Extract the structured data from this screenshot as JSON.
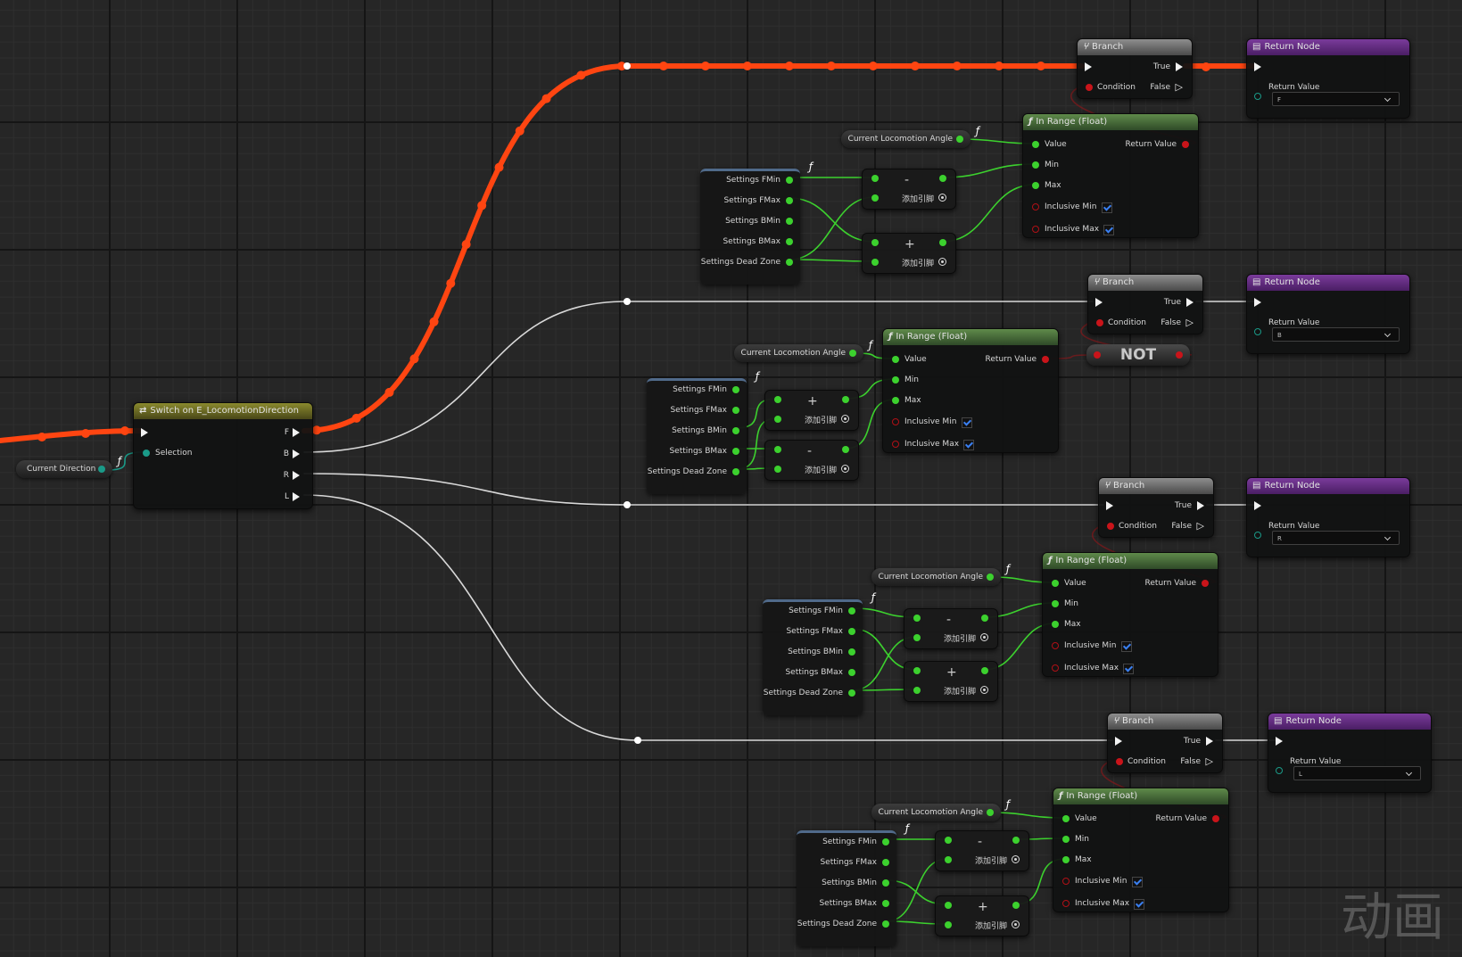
{
  "switch_node": {
    "title": "Switch on E_LocomotionDirection",
    "selection_label": "Selection",
    "outputs": [
      "F",
      "B",
      "R",
      "L"
    ]
  },
  "current_direction": "Current Direction",
  "groups": [
    {
      "branch": {
        "title": "Branch",
        "true_label": "True",
        "false_label": "False",
        "condition_label": "Condition"
      },
      "return_node": {
        "title": "Return Node",
        "value_label": "Return Value",
        "selected": "F"
      },
      "in_range": {
        "title": "In Range (Float)",
        "value": "Value",
        "min": "Min",
        "max": "Max",
        "inclusive_min": "Inclusive Min",
        "inclusive_max": "Inclusive Max",
        "return_value": "Return Value",
        "inclusive_min_checked": true,
        "inclusive_max_checked": true
      },
      "angle_getter": "Current Locomotion Angle",
      "settings": [
        "Settings FMin",
        "Settings FMax",
        "Settings BMin",
        "Settings BMax",
        "Settings Dead Zone"
      ],
      "ops": [
        "-",
        "+"
      ],
      "add_pin": "添加引脚"
    },
    {
      "branch": {
        "title": "Branch",
        "true_label": "True",
        "false_label": "False",
        "condition_label": "Condition"
      },
      "return_node": {
        "title": "Return Node",
        "value_label": "Return Value",
        "selected": "B"
      },
      "in_range": {
        "title": "In Range (Float)",
        "value": "Value",
        "min": "Min",
        "max": "Max",
        "inclusive_min": "Inclusive Min",
        "inclusive_max": "Inclusive Max",
        "return_value": "Return Value",
        "inclusive_min_checked": true,
        "inclusive_max_checked": true
      },
      "angle_getter": "Current Locomotion Angle",
      "settings": [
        "Settings FMin",
        "Settings FMax",
        "Settings BMin",
        "Settings BMax",
        "Settings Dead Zone"
      ],
      "ops": [
        "+",
        "-"
      ],
      "add_pin": "添加引脚",
      "not_label": "NOT"
    },
    {
      "branch": {
        "title": "Branch",
        "true_label": "True",
        "false_label": "False",
        "condition_label": "Condition"
      },
      "return_node": {
        "title": "Return Node",
        "value_label": "Return Value",
        "selected": "R"
      },
      "in_range": {
        "title": "In Range (Float)",
        "value": "Value",
        "min": "Min",
        "max": "Max",
        "inclusive_min": "Inclusive Min",
        "inclusive_max": "Inclusive Max",
        "return_value": "Return Value",
        "inclusive_min_checked": true,
        "inclusive_max_checked": true
      },
      "angle_getter": "Current Locomotion Angle",
      "settings": [
        "Settings FMin",
        "Settings FMax",
        "Settings BMin",
        "Settings BMax",
        "Settings Dead Zone"
      ],
      "ops": [
        "-",
        "+"
      ],
      "add_pin": "添加引脚"
    },
    {
      "branch": {
        "title": "Branch",
        "true_label": "True",
        "false_label": "False",
        "condition_label": "Condition"
      },
      "return_node": {
        "title": "Return Node",
        "value_label": "Return Value",
        "selected": "L"
      },
      "in_range": {
        "title": "In Range (Float)",
        "value": "Value",
        "min": "Min",
        "max": "Max",
        "inclusive_min": "Inclusive Min",
        "inclusive_max": "Inclusive Max",
        "return_value": "Return Value",
        "inclusive_min_checked": true,
        "inclusive_max_checked": true
      },
      "angle_getter": "Current Locomotion Angle",
      "settings": [
        "Settings FMin",
        "Settings FMax",
        "Settings BMin",
        "Settings BMax",
        "Settings Dead Zone"
      ],
      "ops": [
        "-",
        "+"
      ],
      "add_pin": "添加引脚"
    }
  ],
  "watermark": "动画",
  "colors": {
    "exec_active": "#ff4511",
    "exec_wire": "#d8d8d8",
    "bool_pin": "#c9141a",
    "float_pin": "#3cd12e",
    "enum_pin": "#1a9a88",
    "branch_header": "#8e8e8e",
    "return_header": "#7a3b9b",
    "inrange_header": "#5f8a4a",
    "switch_header": "#8a8a2e"
  },
  "icons": [
    "function-icon",
    "branch-icon",
    "return-icon",
    "exec-pin-icon",
    "checkmark-icon",
    "chevron-down-icon",
    "add-pin-icon"
  ]
}
